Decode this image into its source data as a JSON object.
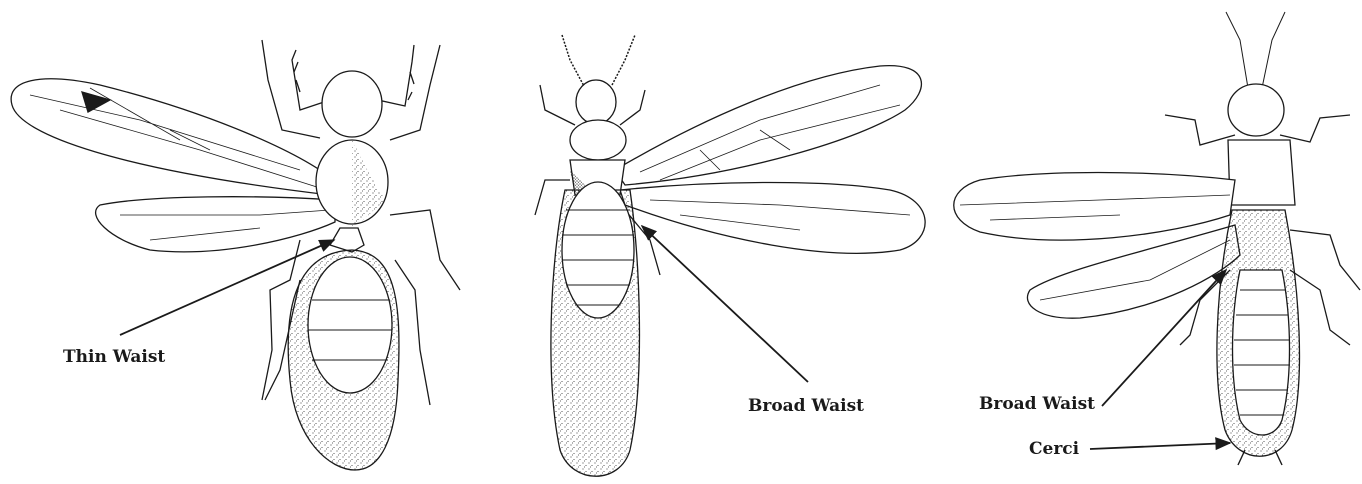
{
  "figure": {
    "panels": [
      {
        "id": "left-insect",
        "label": "Thin Waist"
      },
      {
        "id": "middle-insect",
        "label": "Broad Waist"
      },
      {
        "id": "right-insect",
        "label": "Broad Waist",
        "label2": "Cerci"
      }
    ],
    "colors": {
      "ink": "#1a1a1a",
      "paper": "#ffffff"
    }
  }
}
